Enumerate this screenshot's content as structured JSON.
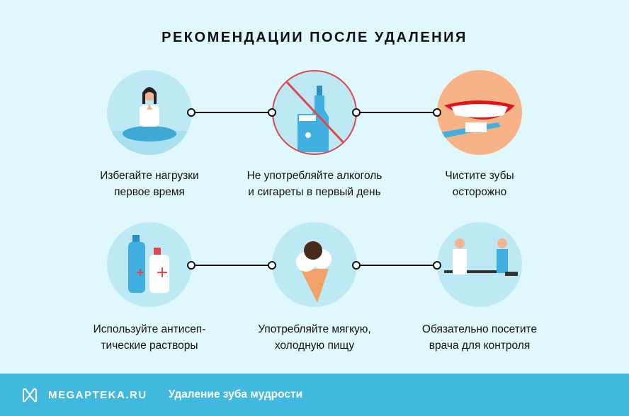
{
  "title": "РЕКОМЕНДАЦИИ ПОСЛЕ УДАЛЕНИЯ",
  "items": [
    {
      "line1": "Избегайте нагрузки",
      "line2": "первое время",
      "icon": "meditation-icon"
    },
    {
      "line1": "Не употребляйте алкоголь",
      "line2": "и сигареты в первый день",
      "icon": "no-alcohol-smoking-icon"
    },
    {
      "line1": "Чистите зубы",
      "line2": "осторожно",
      "icon": "toothbrush-smile-icon"
    },
    {
      "line1": "Используйте антисеп-",
      "line2": "тические растворы",
      "icon": "antiseptic-bottles-icon"
    },
    {
      "line1": "Употребляйте мягкую,",
      "line2": "холодную пищу",
      "icon": "ice-cream-icon"
    },
    {
      "line1": "Обязательно посетите",
      "line2": "врача для контроля",
      "icon": "doctor-visit-icon"
    }
  ],
  "footer": {
    "brand": "MEGAPTEKA.RU",
    "subtitle": "Удаление зуба мудрости"
  },
  "colors": {
    "background": "#e0f7fc",
    "footer": "#41b8dd",
    "circle": "#bde9f5",
    "accent_red": "#e0474c"
  }
}
